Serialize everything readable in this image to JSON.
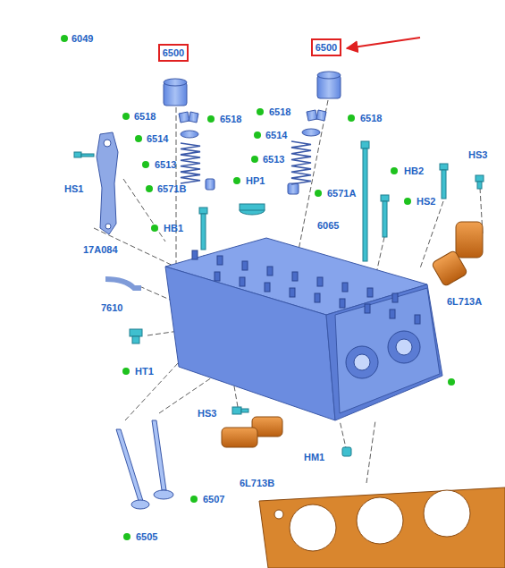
{
  "diagram": {
    "nodes": [
      {
        "text": [
          "6500"
        ]
      },
      {
        "text": [
          "6500"
        ]
      }
    ],
    "labels": [
      "6049",
      "6518",
      "6518",
      "6518",
      "6518",
      "6514",
      "6514",
      "6513",
      "6513",
      "6571B",
      "HP1",
      "6571A",
      "HB2",
      "HS3",
      "HS1",
      "HB1",
      "6065",
      "HS2",
      "17A084",
      "6L713A",
      "7610",
      "HT1",
      "HS3",
      "HM1",
      "6L713B",
      "6507",
      "6505"
    ]
  }
}
